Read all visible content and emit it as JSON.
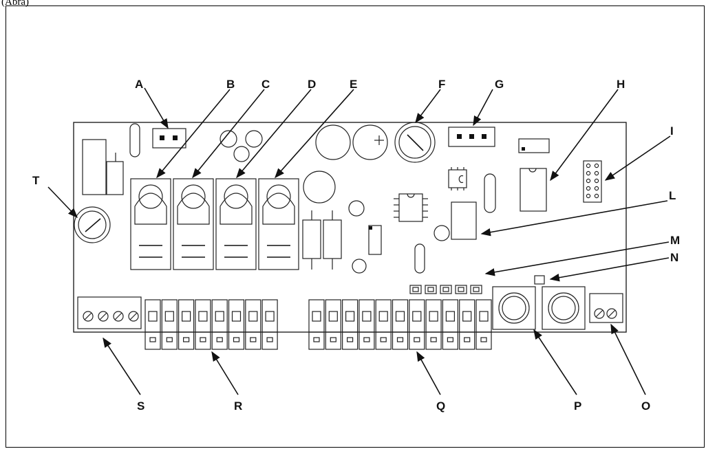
{
  "caption": "(Abra)",
  "callouts": [
    {
      "letter": "A"
    },
    {
      "letter": "B"
    },
    {
      "letter": "C"
    },
    {
      "letter": "D"
    },
    {
      "letter": "E"
    },
    {
      "letter": "F"
    },
    {
      "letter": "G"
    },
    {
      "letter": "H"
    },
    {
      "letter": "I"
    },
    {
      "letter": "L"
    },
    {
      "letter": "M"
    },
    {
      "letter": "N"
    },
    {
      "letter": "O"
    },
    {
      "letter": "P"
    },
    {
      "letter": "Q"
    },
    {
      "letter": "R"
    },
    {
      "letter": "S"
    },
    {
      "letter": "T"
    }
  ]
}
